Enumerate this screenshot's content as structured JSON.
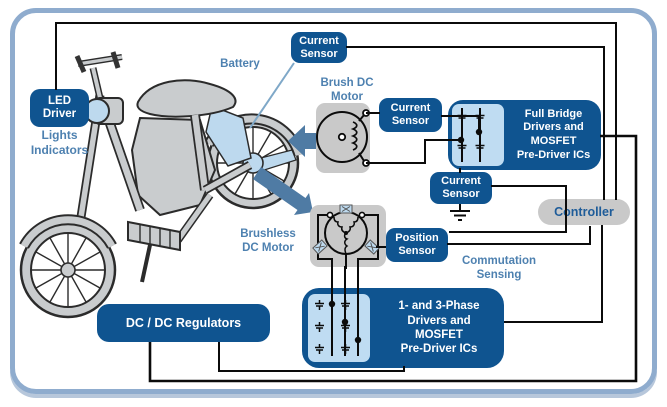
{
  "colors": {
    "box_blue": "#0F5490",
    "panel_blue": "#BFDCF2",
    "gray": "#C9C9C9",
    "label_blue": "#4E81B0",
    "controller_text": "#1E5C99",
    "wire": "#0B0B0B",
    "frame_border": "#8FACCE",
    "arrow": "#4F7BA4",
    "callout_blue": "#7FA8C8",
    "accent_light_blue": "#BDD9EE",
    "bike_gray": "#C9CCCE",
    "bike_outline": "#2B2B2B"
  },
  "boxes": {
    "led_driver": {
      "lines": [
        "LED",
        "Driver"
      ]
    },
    "current_sensor_battery": {
      "lines": [
        "Current",
        "Sensor"
      ]
    },
    "current_sensor_brush_motor": {
      "lines": [
        "Current",
        "Sensor"
      ]
    },
    "current_sensor_bridge": {
      "lines": [
        "Current",
        "Sensor"
      ]
    },
    "full_bridge_drivers": {
      "lines": [
        "Full Bridge",
        "Drivers and",
        "MOSFET",
        "Pre-Driver ICs"
      ]
    },
    "controller": {
      "label": "Controller"
    },
    "position_sensor": {
      "lines": [
        "Position",
        "Sensor"
      ]
    },
    "phase_drivers": {
      "lines": [
        "1- and 3-Phase",
        "Drivers and",
        "MOSFET",
        "Pre-Driver ICs"
      ]
    },
    "dc_dc_regulators": {
      "label": "DC / DC Regulators"
    }
  },
  "labels": {
    "battery": "Battery",
    "lights_indicators": {
      "lines": [
        "Lights",
        "Indicators"
      ]
    },
    "brush_dc_motor": {
      "lines": [
        "Brush DC",
        "Motor"
      ]
    },
    "brushless_dc_motor": {
      "lines": [
        "Brushless",
        "DC Motor"
      ]
    },
    "commutation_sensing": {
      "lines": [
        "Commutation",
        "Sensing"
      ]
    }
  }
}
